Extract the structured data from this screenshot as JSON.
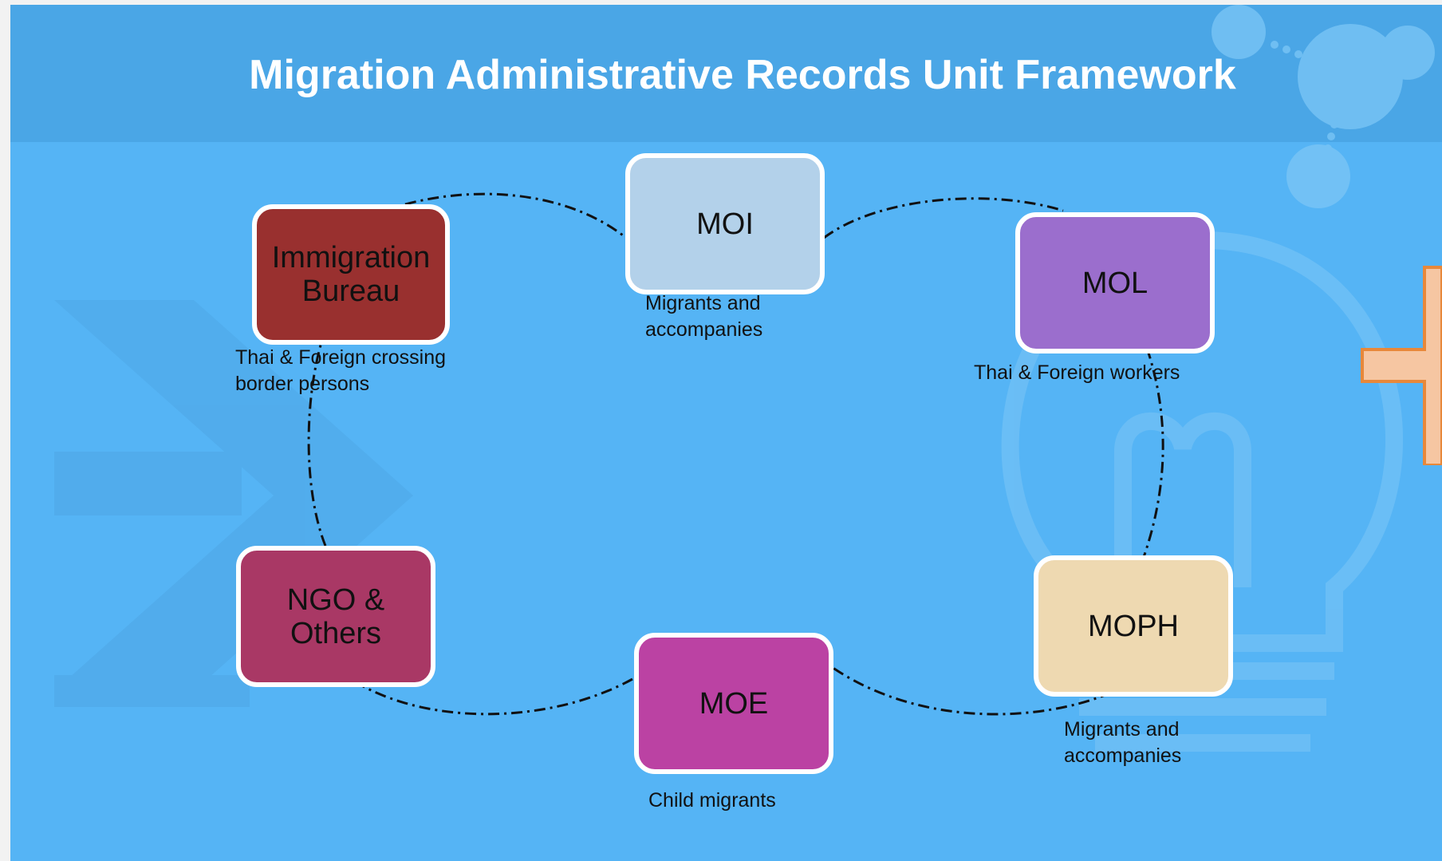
{
  "title": "Migration Administrative Records Unit Framework",
  "colors": {
    "background": "#55b4f5",
    "header": "#4aa6e6",
    "connector": "#111111"
  },
  "nodes": [
    {
      "id": "immigration-bureau",
      "label": "Immigration Bureau",
      "caption_lines": [
        "Thai & Foreign crossing",
        "border persons"
      ],
      "color": "#99302f"
    },
    {
      "id": "moi",
      "label": "MOI",
      "caption_lines": [
        "Migrants and",
        "accompanies"
      ],
      "color": "#b3d1ea"
    },
    {
      "id": "mol",
      "label": "MOL",
      "caption_lines": [
        "Thai & Foreign workers"
      ],
      "color": "#9b6ecd"
    },
    {
      "id": "moph",
      "label": "MOPH",
      "caption_lines": [
        "Migrants and",
        "accompanies"
      ],
      "color": "#eed9b1"
    },
    {
      "id": "moe",
      "label": "MOE",
      "caption_lines": [
        "Child migrants"
      ],
      "color": "#bb42a3"
    },
    {
      "id": "ngo-others",
      "label": "NGO & Others",
      "caption_lines": [],
      "color": "#a93865"
    }
  ],
  "connector_style": "dash-dot",
  "decorations": [
    "network-nodes-graphic",
    "lightbulb-graphic",
    "arrow-shapes-graphic",
    "orange-arrow-shape"
  ]
}
